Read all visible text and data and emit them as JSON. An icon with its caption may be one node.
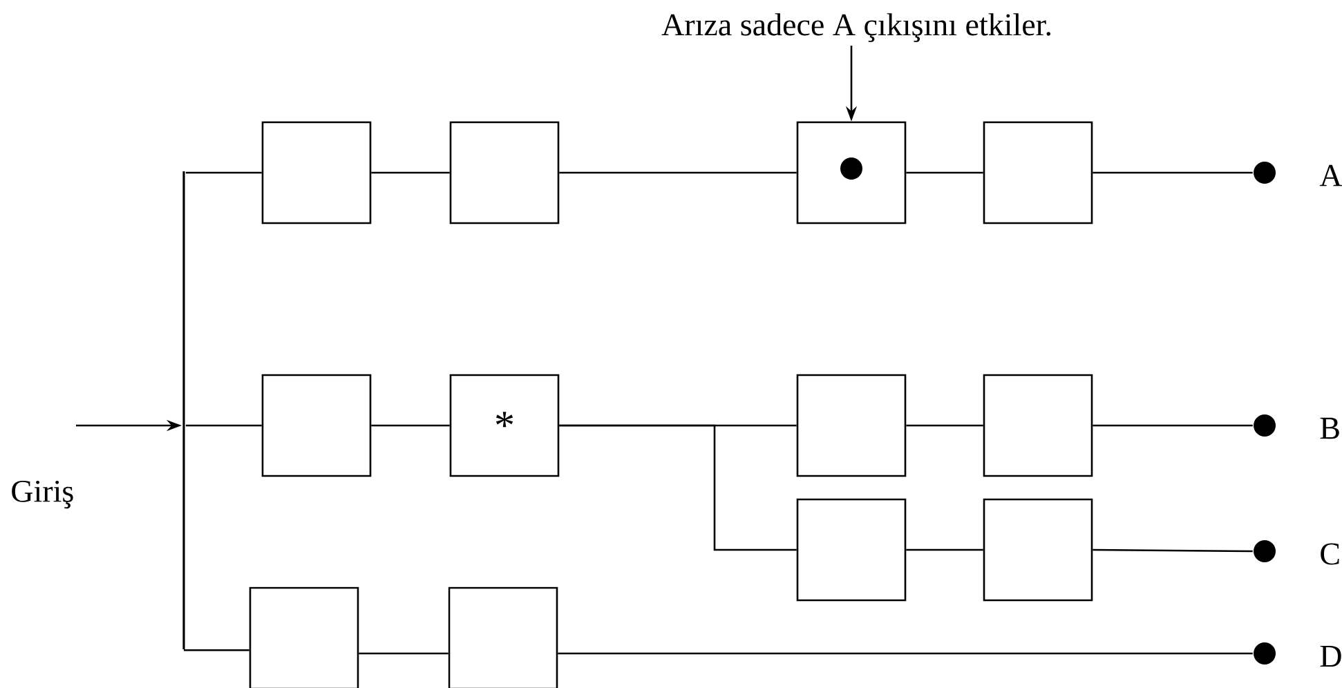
{
  "diagram": {
    "nodes": [
      {
        "text": [
          "Arıza sadece A çıkışını etkiler."
        ]
      },
      {
        "text": [],
        "shape": "box"
      },
      {
        "text": [],
        "shape": "box"
      },
      {
        "text": [],
        "shape": "box"
      },
      {
        "text": [],
        "shape": "box"
      },
      {
        "text": [],
        "shape": "circle",
        "beside": [
          "A"
        ]
      },
      {
        "text": [],
        "shape": "bar"
      },
      {
        "text": [],
        "shape": "box"
      },
      {
        "text": [
          "*"
        ]
      },
      {
        "text": [],
        "shape": "box"
      },
      {
        "text": [],
        "shape": "box"
      },
      {
        "text": [],
        "shape": "circle",
        "beside": [
          "B"
        ]
      },
      {
        "text": [],
        "shape": "box"
      },
      {
        "text": [],
        "shape": "box"
      },
      {
        "text": [],
        "shape": "circle",
        "beside": [
          "C"
        ]
      },
      {
        "text": [],
        "shape": "box"
      },
      {
        "text": [],
        "shape": "box"
      },
      {
        "text": [],
        "shape": "circle",
        "beside": [
          "D"
        ]
      }
    ],
    "edges": [
      {
        "from": null,
        "to": 6,
        "arrow": "to"
      },
      {
        "from": 0,
        "to": 3,
        "arrow": "to"
      },
      {
        "from": 6,
        "to": 1,
        "arrow": "none"
      },
      {
        "from": 1,
        "to": 2,
        "arrow": "none"
      },
      {
        "from": 2,
        "to": 3,
        "arrow": "none"
      },
      {
        "from": 3,
        "to": 4,
        "arrow": "none"
      },
      {
        "from": 4,
        "to": 5,
        "arrow": "none"
      },
      {
        "from": 6,
        "to": 7,
        "arrow": "none"
      },
      {
        "from": 7,
        "to": 8,
        "arrow": "none"
      },
      {
        "from": 8,
        "to": 9,
        "arrow": "none"
      },
      {
        "from": 9,
        "to": 10,
        "arrow": "none"
      },
      {
        "from": 10,
        "to": 11,
        "arrow": "none"
      },
      {
        "from": 8,
        "to": 12,
        "arrow": "none"
      },
      {
        "from": 12,
        "to": 13,
        "arrow": "none"
      },
      {
        "from": 13,
        "to": 14,
        "arrow": "none"
      },
      {
        "from": 6,
        "to": 15,
        "arrow": "none"
      },
      {
        "from": 15,
        "to": 16,
        "arrow": "none"
      },
      {
        "from": 16,
        "to": 17,
        "arrow": "none"
      }
    ],
    "labels": [
      "Giriş"
    ]
  }
}
